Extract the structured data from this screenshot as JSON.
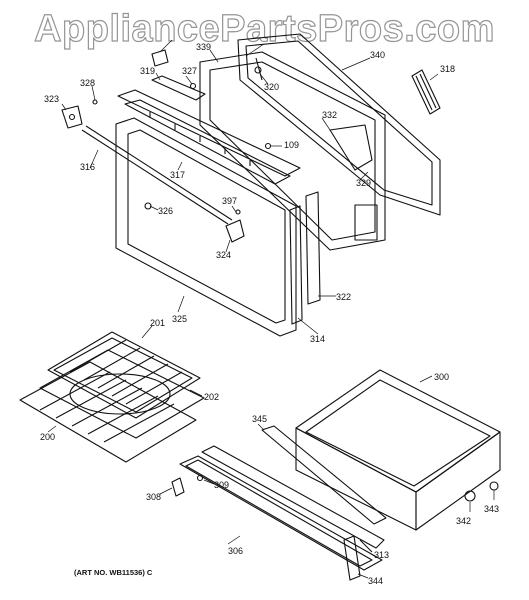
{
  "watermark": "AppliancePartsPros.com",
  "caption": "(ART NO. WB11536) C",
  "part_labels": {
    "p300": "300",
    "p306": "306",
    "p308": "308",
    "p309": "309",
    "p313": "313",
    "p314": "314",
    "p316": "316",
    "p317": "317",
    "p318": "318",
    "p319": "319",
    "p320": "320",
    "p322": "322",
    "p323": "323",
    "p324": "324",
    "p325": "325",
    "p326": "326",
    "p327": "327",
    "p328": "328",
    "p329": "329",
    "p332": "332",
    "p339": "339",
    "p340": "340",
    "p342": "342",
    "p343": "343",
    "p344": "344",
    "p345": "345",
    "p397": "397",
    "p109": "109",
    "p200": "200",
    "p201": "201",
    "p202": "202"
  }
}
